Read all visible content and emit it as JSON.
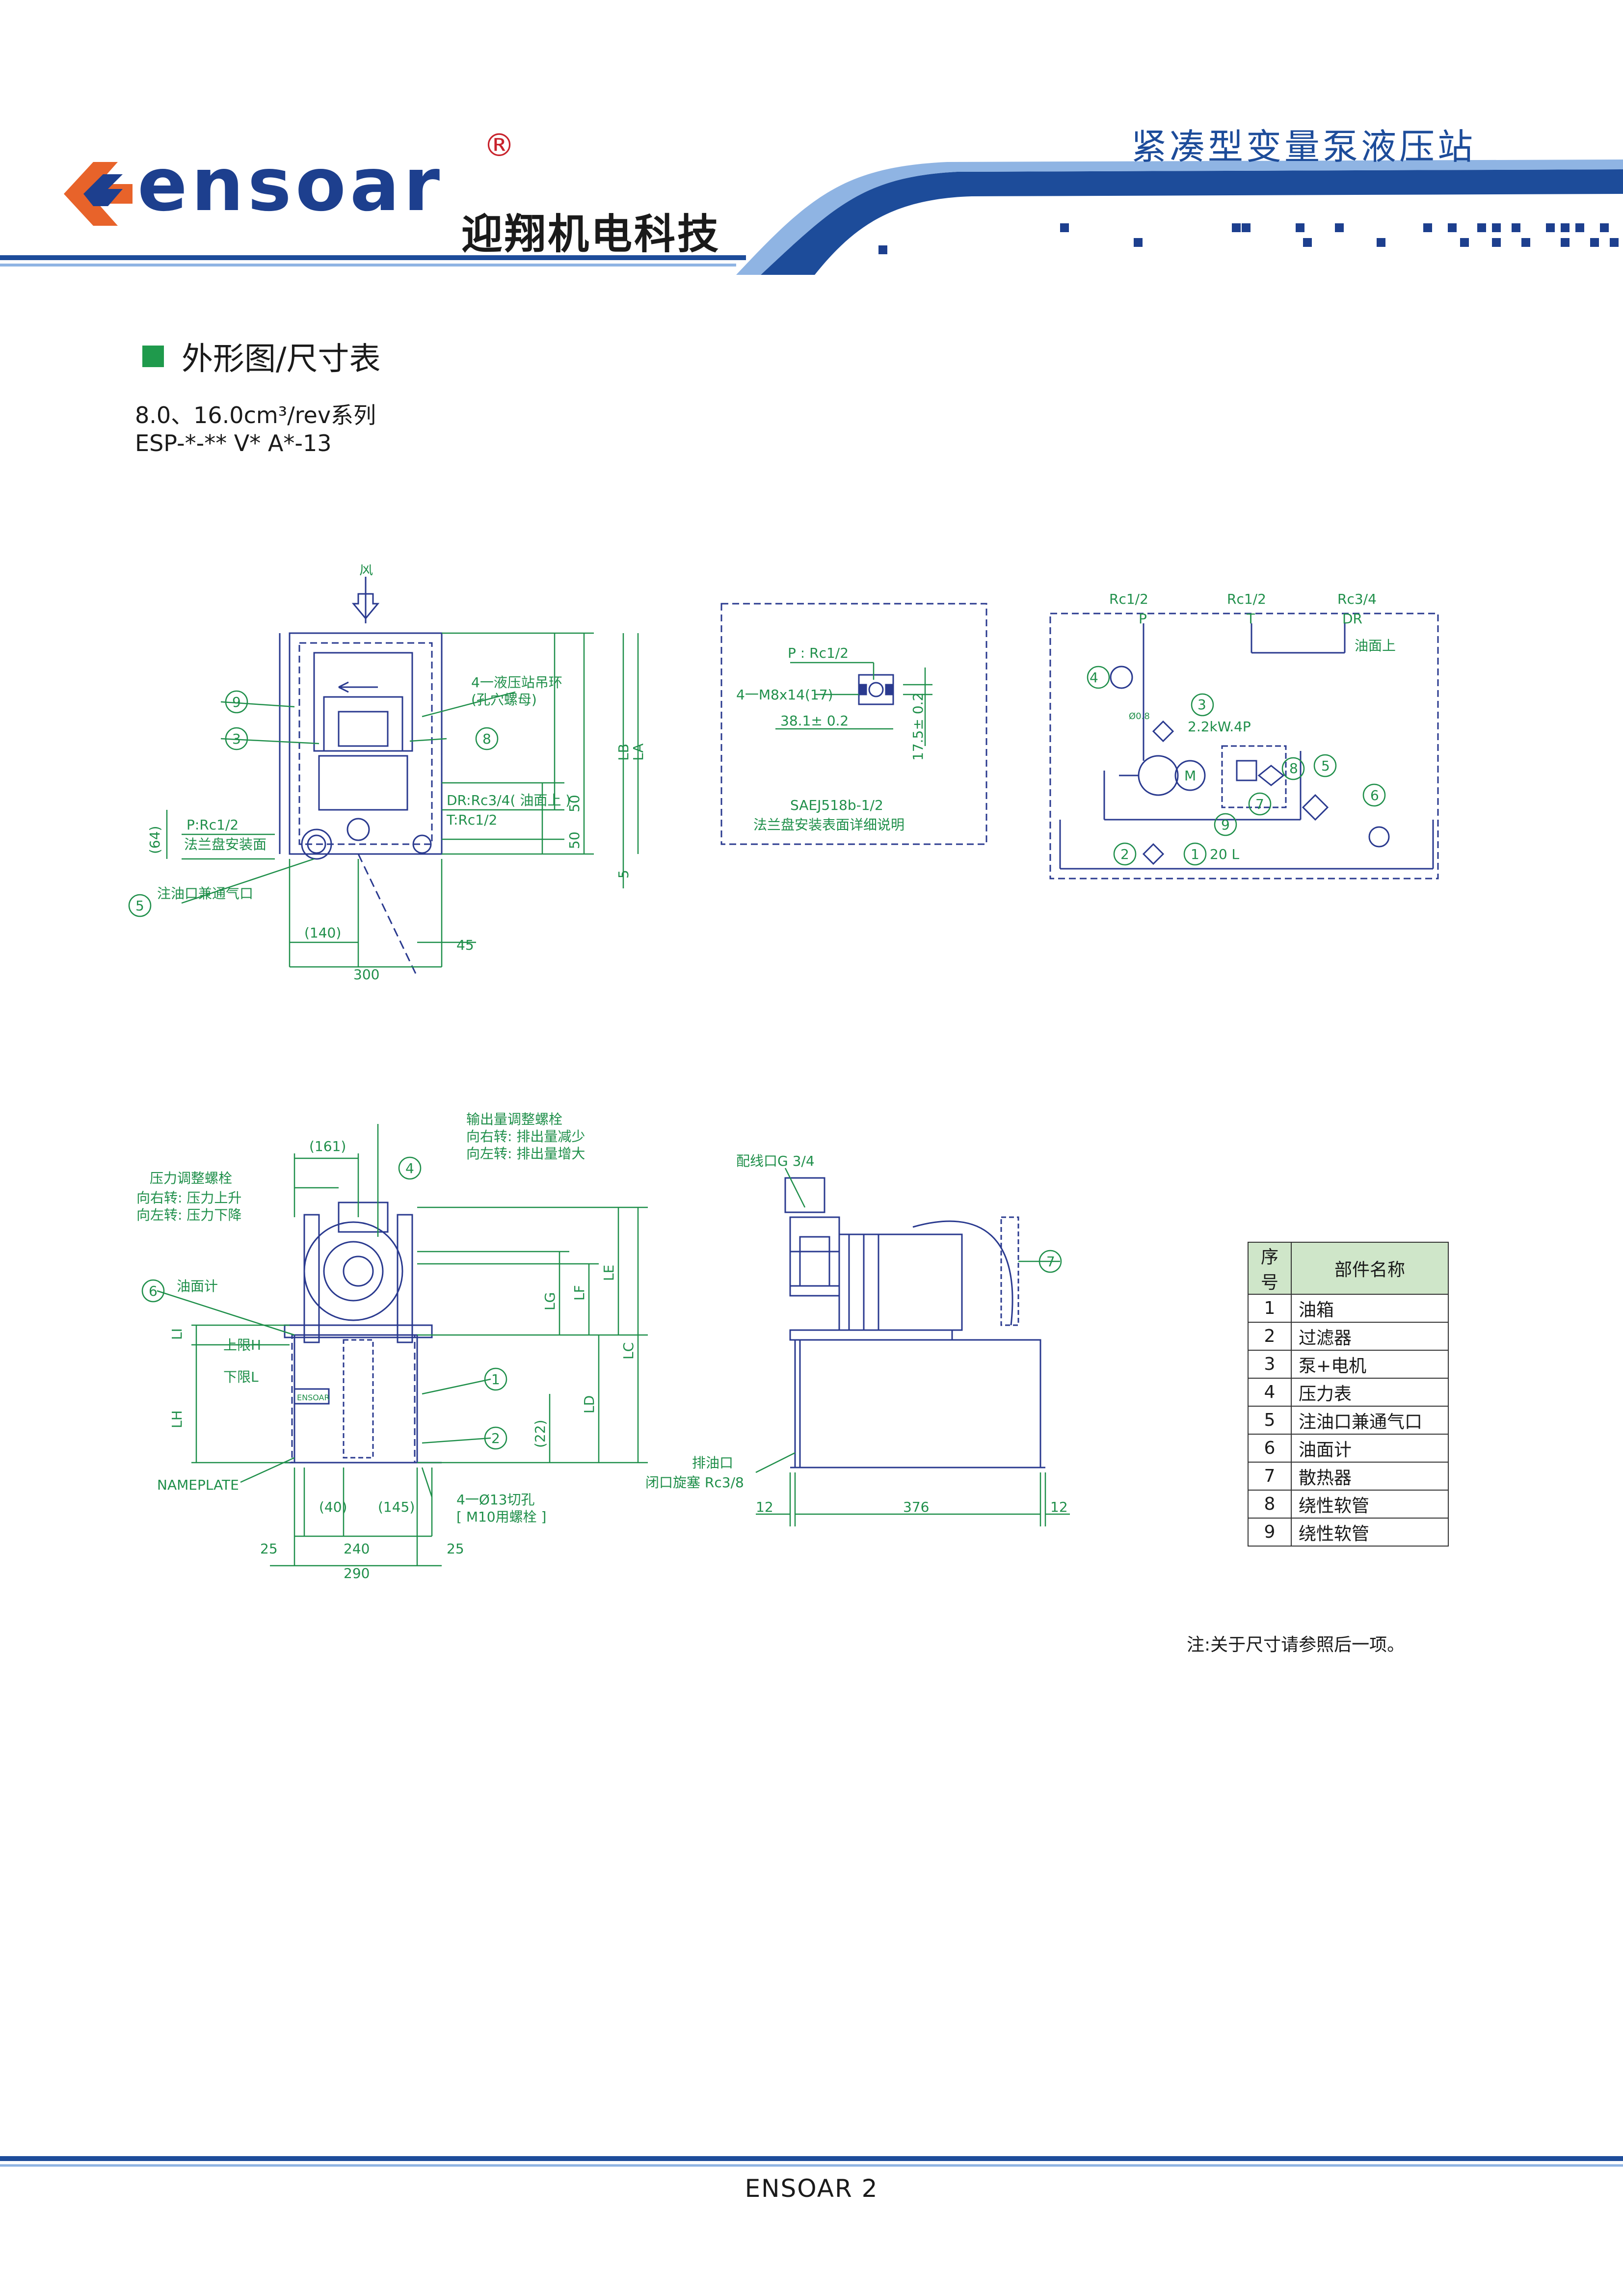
{
  "header": {
    "brand_name": "ensoar",
    "registered_mark": "®",
    "brand_cn": "迎翔机电科技",
    "doc_title": "紧凑型变量泵液压站"
  },
  "section": {
    "title": "外形图/尺寸表",
    "series_line": "8.0、16.0cm³/rev系列",
    "model_line": "ESP-*-** V* A*-13"
  },
  "drawing1": {
    "wind": "风",
    "hoist_ring": "4一液压站吊环",
    "hoist_ring_sub": "(孔穴螺母)",
    "callout_9": "9",
    "callout_3": "3",
    "callout_8": "8",
    "callout_5": "5",
    "p_port": "P:Rc1/2",
    "flange_face": "法兰盘安装面",
    "dim_64": "(64)",
    "dr_port": "DR:Rc3/4( 油面上 )",
    "t_port": "T:Rc1/2",
    "dim_50a": "50",
    "dim_50b": "50",
    "lb": "LB",
    "la": "LA",
    "dim_5": "5",
    "fill_port": "注油口兼通气口",
    "dim_140": "(140)",
    "dim_45": "45",
    "dim_300": "300"
  },
  "drawing2": {
    "p_label": "P : Rc1/2",
    "bolt_label": "4一M8x14(17)",
    "dim_381": "38.1± 0.2",
    "dim_175": "17.5± 0.2",
    "spec": "SAEJ518b-1/2",
    "desc": "法兰盘安装表面详细说明"
  },
  "schematic": {
    "rc12_a": "Rc1/2",
    "rc12_b": "Rc1/2",
    "rc34": "Rc3/4",
    "port_p": "P",
    "port_t": "T",
    "port_dr": "DR",
    "oil_above": "油面上",
    "c4": "4",
    "c3": "3",
    "c8": "8",
    "c5": "5",
    "c6": "6",
    "c7": "7",
    "c9": "9",
    "c2": "2",
    "c1": "1",
    "motor": "2.2kW.4P",
    "m": "M",
    "orifice": "Ø0.8",
    "tank": "20 L"
  },
  "drawing3": {
    "dim_161": "(161)",
    "c4": "4",
    "output_adj": "输出量调整螺栓",
    "output_cw": "向右转: 排出量减少",
    "output_ccw": "向左转: 排出量增大",
    "press_adj": "压力调整螺栓",
    "press_cw": "向右转: 压力上升",
    "press_ccw": "向左转: 压力下降",
    "c6": "6",
    "gauge": "油面计",
    "li": "LI",
    "upper": "上限H",
    "lower": "下限L",
    "lh": "LH",
    "nameplate_text": "ENSOAR",
    "nameplate": "NAMEPLATE",
    "c1": "1",
    "c2": "2",
    "lg": "LG",
    "lf": "LF",
    "le": "LE",
    "lc": "LC",
    "ld": "LD",
    "dim_22": "(22)",
    "dim_40": "(40)",
    "dim_145": "(145)",
    "holes": "4一Ø13切孔",
    "bolts": "[ M10用螺栓 ]",
    "dim_25a": "25",
    "dim_240": "240",
    "dim_25b": "25",
    "dim_290": "290"
  },
  "drawing4": {
    "wiring": "配线口G 3/4",
    "c7": "7",
    "drain": "排油口",
    "drain_plug": "闭口旋塞 Rc3/8",
    "dim_12a": "12",
    "dim_376": "376",
    "dim_12b": "12"
  },
  "parts_table": {
    "headers": [
      "序号",
      "部件名称"
    ],
    "rows": [
      [
        "1",
        "油箱"
      ],
      [
        "2",
        "过滤器"
      ],
      [
        "3",
        "泵+电机"
      ],
      [
        "4",
        "压力表"
      ],
      [
        "5",
        "注油口兼通气口"
      ],
      [
        "6",
        "油面计"
      ],
      [
        "7",
        "散热器"
      ],
      [
        "8",
        "绕性软管"
      ],
      [
        "9",
        "绕性软管"
      ]
    ]
  },
  "note": "注:关于尺寸请参照后一项。",
  "footer": "ENSOAR  2",
  "colors": {
    "brand_blue": "#1d3f8e",
    "accent_orange": "#e8632a",
    "header_green": "#1f9a4c",
    "drawing_blue": "#2a3a8f",
    "dim_green": "#1f8f4a"
  }
}
